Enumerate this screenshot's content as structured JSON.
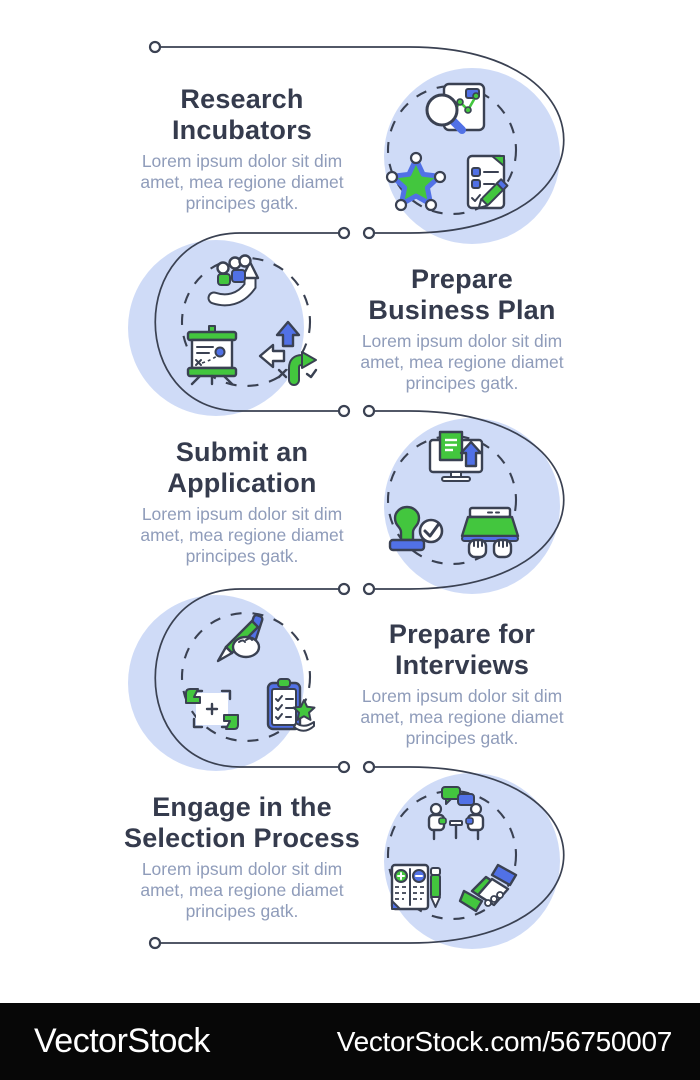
{
  "colors": {
    "background": "#ffffff",
    "bubble_fill": "#cfdbf7",
    "outline_dark": "#3a4152",
    "accent_green": "#43c63e",
    "accent_blue": "#5171e6",
    "title_color": "#353b4d",
    "body_color": "#8f9cba",
    "footer_bg": "#070707",
    "footer_text": "#ffffff"
  },
  "steps": [
    {
      "title": "Research Incubators",
      "title_lines": [
        "Research",
        "Incubators"
      ],
      "description": "Lorem ipsum dolor sit dim amet, mea regione diamet principes gatk.",
      "desc_lines": [
        "Lorem ipsum dolor sit dim",
        "amet, mea regione diamet",
        "principes gatk."
      ],
      "text_side": "left",
      "icons": [
        "search-analytics-icon",
        "gear-star-icon",
        "checklist-edit-icon"
      ]
    },
    {
      "title": "Prepare Business Plan",
      "title_lines": [
        "Prepare",
        "Business Plan"
      ],
      "description": "Lorem ipsum dolor sit dim amet, mea regione diamet principes gatk.",
      "desc_lines": [
        "Lorem ipsum dolor sit dim",
        "amet, mea regione diamet",
        "principes gatk."
      ],
      "text_side": "right",
      "icons": [
        "team-growth-icon",
        "presentation-board-icon",
        "direction-arrows-icon"
      ]
    },
    {
      "title": "Submit an Application",
      "title_lines": [
        "Submit an",
        "Application"
      ],
      "description": "Lorem ipsum dolor sit dim amet, mea regione diamet principes gatk.",
      "desc_lines": [
        "Lorem ipsum dolor sit dim",
        "amet, mea regione diamet",
        "principes gatk."
      ],
      "text_side": "left",
      "icons": [
        "upload-monitor-icon",
        "approval-stamp-icon",
        "laptop-typing-icon"
      ]
    },
    {
      "title": "Prepare for Interviews",
      "title_lines": [
        "Prepare for",
        "Interviews"
      ],
      "description": "Lorem ipsum dolor sit dim amet, mea regione diamet principes gatk.",
      "desc_lines": [
        "Lorem ipsum dolor sit dim",
        "amet, mea regione diamet",
        "principes gatk."
      ],
      "text_side": "right",
      "icons": [
        "writing-hand-icon",
        "focus-frame-icon",
        "rating-clipboard-icon"
      ]
    },
    {
      "title": "Engage in the Selection Process",
      "title_lines": [
        "Engage in the",
        "Selection Process"
      ],
      "description": "Lorem ipsum dolor sit dim amet, mea regione diamet principes gatk.",
      "desc_lines": [
        "Lorem ipsum dolor sit dim",
        "amet, mea regione diamet",
        "principes gatk."
      ],
      "text_side": "left",
      "icons": [
        "interview-chat-icon",
        "pros-cons-icon",
        "handshake-icon"
      ]
    }
  ],
  "footer": {
    "brand": "VectorStock",
    "watermark": "VectorStock.com/56750007"
  }
}
